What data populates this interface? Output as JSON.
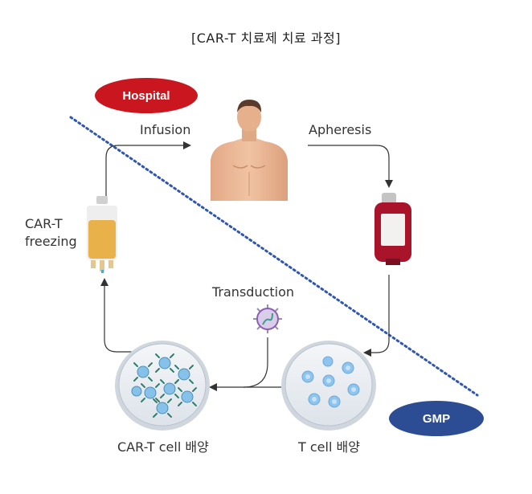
{
  "title": "[CAR-T 치료제 치료 과정]",
  "badges": {
    "hospital": "Hospital",
    "gmp": "GMP"
  },
  "steps": {
    "infusion": "Infusion",
    "apheresis": "Apheresis",
    "cart_freezing": [
      "CAR-T",
      "freezing"
    ],
    "transduction": "Transduction",
    "cart_culture": "CAR-T cell 배양",
    "tcell_culture": "T cell 배양"
  },
  "colors": {
    "hospital": "#c9161f",
    "gmp": "#2c4d93",
    "divider": "#2f56b3",
    "blood_bag": "#a9142a",
    "iv_bag_fluid": "#e8b14a",
    "skin": "#e9b795",
    "virus": "#8a5fb0"
  },
  "icons": [
    "human-body-icon",
    "blood-bag-icon",
    "iv-bag-icon",
    "petri-dish-icon",
    "virus-icon"
  ]
}
